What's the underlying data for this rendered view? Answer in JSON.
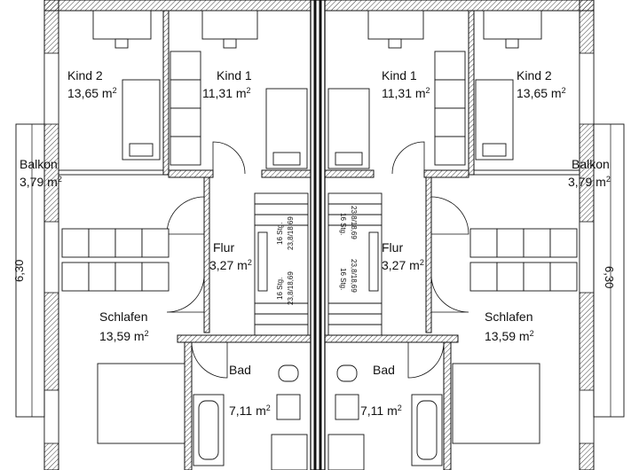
{
  "rooms": {
    "kind2_left": {
      "name": "Kind 2",
      "area": "13,65 m",
      "sup": "2"
    },
    "kind1_left": {
      "name": "Kind 1",
      "area": "11,31 m",
      "sup": "2"
    },
    "kind1_right": {
      "name": "Kind 1",
      "area": "11,31 m",
      "sup": "2"
    },
    "kind2_right": {
      "name": "Kind 2",
      "area": "13,65 m",
      "sup": "2"
    },
    "balkon_left": {
      "name": "Balkon",
      "area": "3,79 m",
      "sup": "2"
    },
    "balkon_right": {
      "name": "Balkon",
      "area": "3,79 m",
      "sup": "2"
    },
    "flur_left": {
      "name": "Flur",
      "area": "3,27 m",
      "sup": "2"
    },
    "flur_right": {
      "name": "Flur",
      "area": "3,27 m",
      "sup": "2"
    },
    "schlafen_left": {
      "name": "Schlafen",
      "area": "13,59 m",
      "sup": "2"
    },
    "schlafen_right": {
      "name": "Schlafen",
      "area": "13,59 m",
      "sup": "2"
    },
    "bad_left": {
      "name": "Bad",
      "area": "7,11 m",
      "sup": "2"
    },
    "bad_right": {
      "name": "Bad",
      "area": "7,11 m",
      "sup": "2"
    }
  },
  "dimensions": {
    "left": "6,30",
    "right": "6,30"
  },
  "stairs": {
    "upper_steps": "16 Stg.",
    "upper_ratio": "23,8/18,69",
    "lower_steps": "16 Stg.",
    "lower_ratio": "23,8/18,69"
  }
}
